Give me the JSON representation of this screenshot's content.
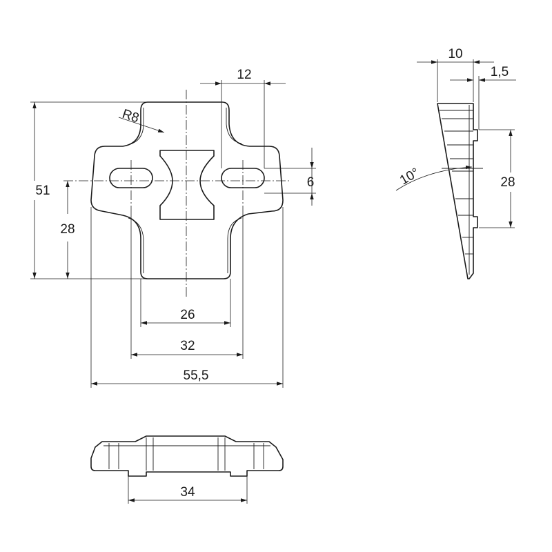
{
  "dimensions": {
    "d12": "12",
    "d51": "51",
    "d28_left": "28",
    "d6": "6",
    "d26": "26",
    "d32": "32",
    "d55_5": "55,5",
    "d34": "34",
    "d10": "10",
    "d1_5": "1,5",
    "d28_right": "28",
    "radius": "R8",
    "angle": "10°"
  },
  "colors": {
    "line": "#1a1a1a",
    "background": "#ffffff"
  }
}
